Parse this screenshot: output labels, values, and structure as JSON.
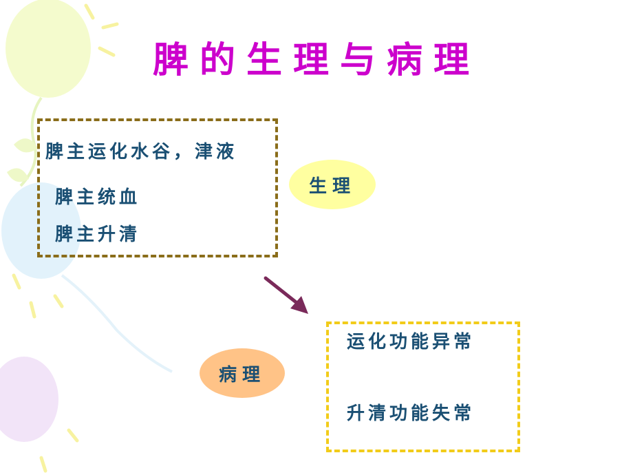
{
  "title": "脾的生理与病理",
  "physiology_box": {
    "lines": [
      "脾主运化水谷，津液",
      "脾主统血",
      "脾主升清"
    ]
  },
  "physiology_label": "生理",
  "pathology_label": "病理",
  "pathology_box": {
    "lines": [
      "运化功能异常",
      "升清功能失常"
    ]
  },
  "colors": {
    "title": "#cc00cc",
    "body_text": "#1a4f73",
    "physiology_border": "#8a6d1a",
    "pathology_border": "#f2cc1a",
    "physiology_ellipse": "#ffffa0",
    "pathology_ellipse": "#ffc387",
    "arrow": "#7a2a5a"
  },
  "decorations": [
    "balloon-background"
  ]
}
